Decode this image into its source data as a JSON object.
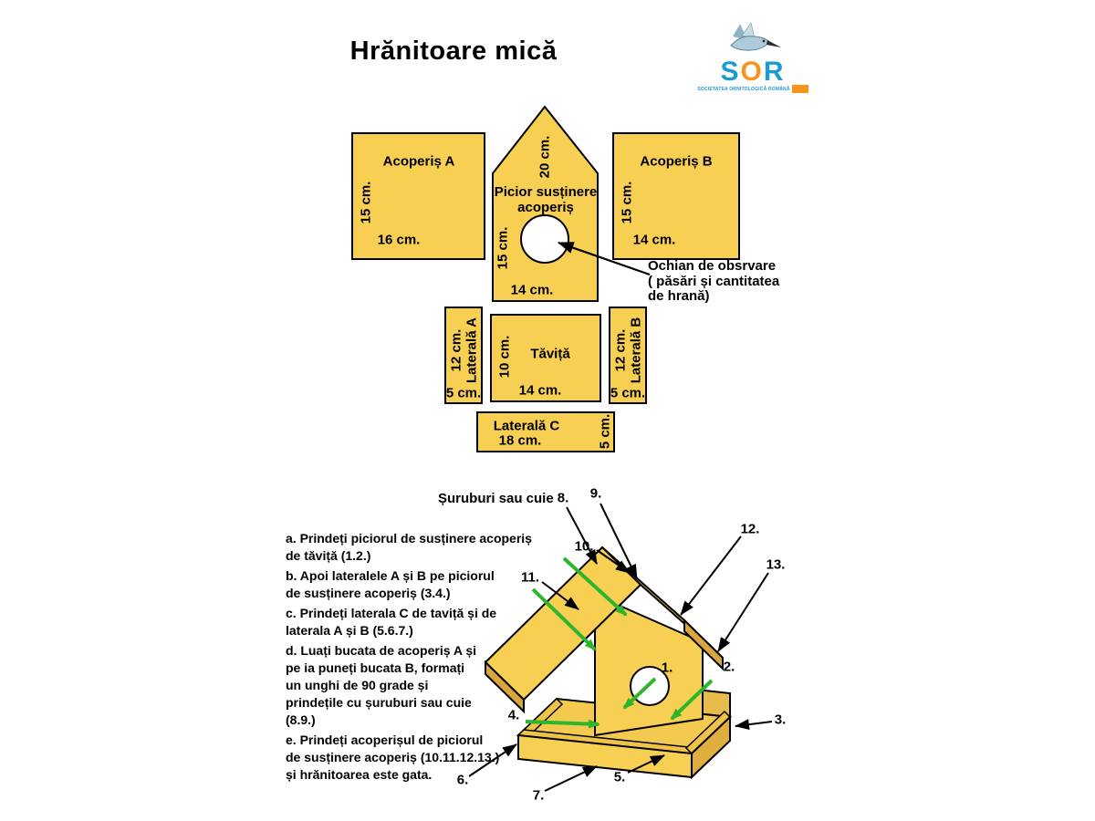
{
  "title": "Hrănitoare mică",
  "logo": {
    "letters": [
      "S",
      "O",
      "R"
    ],
    "caption": "SOCIETATEA ORNITOLOGICĂ ROMÂNĂ"
  },
  "parts": {
    "acoperis_a": {
      "label": "Acoperiș A",
      "height": "15 cm.",
      "width": "16 cm."
    },
    "picior": {
      "label": "Picior susținere acoperiș",
      "edge": "20 cm.",
      "height": "15 cm.",
      "width": "14 cm."
    },
    "acoperis_b": {
      "label": "Acoperiș B",
      "height": "15 cm.",
      "width": "14 cm."
    },
    "laterala_a": {
      "label": "Laterală A",
      "height": "12 cm.",
      "width": "5 cm."
    },
    "tavita": {
      "label": "Tăviță",
      "height": "10 cm.",
      "width": "14 cm."
    },
    "laterala_b": {
      "label": "Laterală B",
      "height": "12 cm.",
      "width": "5 cm."
    },
    "laterala_c": {
      "label": "Laterală C",
      "length": "18 cm.",
      "height": "5 cm."
    }
  },
  "notes": {
    "ochian": "Ochian de obsrvare\n( păsări și cantitatea\nde hrană)",
    "suruburi": "Șuruburi sau cuie"
  },
  "callouts": [
    "1.",
    "2.",
    "3.",
    "4.",
    "5.",
    "6.",
    "7.",
    "8.",
    "9.",
    "10.",
    "11.",
    "12.",
    "13."
  ],
  "instructions": {
    "steps": [
      "a. Prindeți piciorul de susținere acoperiș\nde tăviță (1.2.)",
      "b. Apoi lateralele A și B pe piciorul\nde susținere acoperiș (3.4.)",
      "c. Prindeți laterala C de taviță și de\nlaterala A și B (5.6.7.)",
      "d. Luați bucata de acoperiș A și\npe ia puneți bucata B, formați\nun unghi de 90 grade și\nprindețile cu șuruburi sau cuie\n(8.9.)",
      "e. Prindeți acoperișul de piciorul\nde susținere acoperiș (10.11.12.13.)\nși hrănitoarea este gata."
    ]
  },
  "colors": {
    "part_fill": "#F6CF53",
    "outline": "#000000",
    "green_arrow": "#2FB52A",
    "logo_blue": "#1C9AD6",
    "logo_orange": "#F7941D"
  }
}
